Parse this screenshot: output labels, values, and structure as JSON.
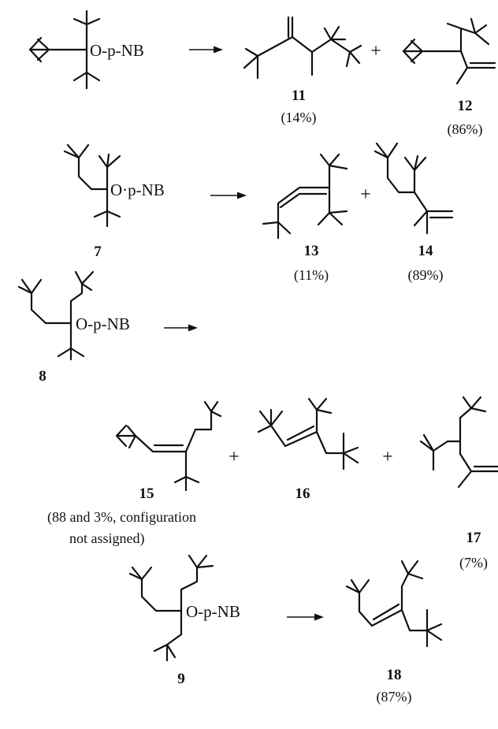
{
  "leaving_group": "O-p-NB",
  "leaving_group_dot": "O·p-NB",
  "plus": "+",
  "compounds": {
    "c7": {
      "number": "7"
    },
    "c8": {
      "number": "8"
    },
    "c9": {
      "number": "9"
    },
    "c11": {
      "number": "11",
      "yield": "(14%)"
    },
    "c12": {
      "number": "12",
      "yield": "(86%)"
    },
    "c13": {
      "number": "13",
      "yield": "(11%)"
    },
    "c14": {
      "number": "14",
      "yield": "(89%)"
    },
    "c15": {
      "number": "15"
    },
    "c16": {
      "number": "16"
    },
    "c17": {
      "number": "17",
      "yield": "(7%)"
    },
    "c18": {
      "number": "18",
      "yield": "(87%)"
    }
  },
  "note_15_16": [
    "(88 and 3%, configuration",
    "not assigned)"
  ]
}
